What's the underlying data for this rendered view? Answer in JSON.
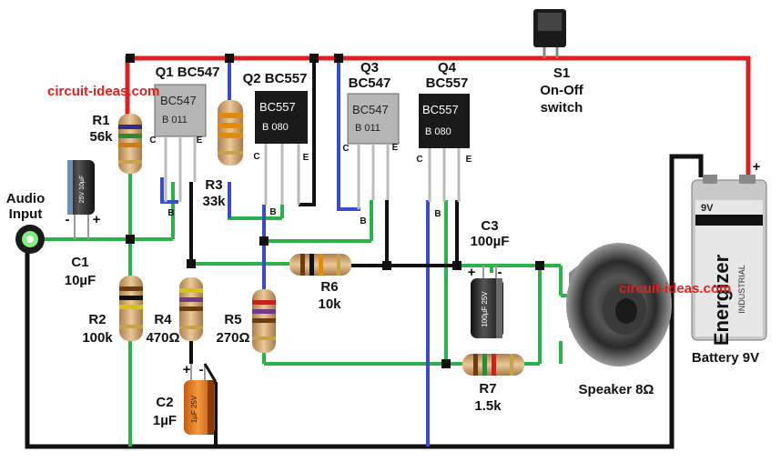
{
  "watermarks": [
    "circuit-ideas.com",
    "circuit-ideas.com"
  ],
  "components": [
    {
      "id": "q1",
      "lines": [
        "Q1 BC547"
      ]
    },
    {
      "id": "q2",
      "lines": [
        "Q2 BC557"
      ]
    },
    {
      "id": "q3",
      "lines": [
        "Q3",
        "BC547"
      ]
    },
    {
      "id": "q4",
      "lines": [
        "Q4",
        "BC557"
      ]
    },
    {
      "id": "s1",
      "lines": [
        "S1",
        "On-Off",
        "switch"
      ]
    },
    {
      "id": "r1",
      "lines": [
        "R1",
        "56k"
      ]
    },
    {
      "id": "r2",
      "lines": [
        "R2",
        "100k"
      ]
    },
    {
      "id": "r3",
      "lines": [
        "R3",
        "33k"
      ]
    },
    {
      "id": "r4",
      "lines": [
        "R4",
        "470Ω"
      ]
    },
    {
      "id": "r5",
      "lines": [
        "R5",
        "270Ω"
      ]
    },
    {
      "id": "r6",
      "lines": [
        "R6",
        "10k"
      ]
    },
    {
      "id": "r7",
      "lines": [
        "R7",
        "1.5k"
      ]
    },
    {
      "id": "c1",
      "lines": [
        "C1",
        "10µF"
      ]
    },
    {
      "id": "c2",
      "lines": [
        "C2",
        "1µF"
      ]
    },
    {
      "id": "c3",
      "lines": [
        "C3",
        "100µF"
      ]
    },
    {
      "id": "audio",
      "lines": [
        "Audio",
        "Input"
      ]
    },
    {
      "id": "speaker",
      "lines": [
        "Speaker 8Ω"
      ]
    },
    {
      "id": "battery",
      "lines": [
        "Battery 9V"
      ]
    }
  ],
  "pin_labels": [
    "C",
    "B",
    "E",
    "C",
    "B",
    "E",
    "C",
    "B",
    "E",
    "C",
    "B",
    "E"
  ],
  "polarity_marks": [
    "-",
    "+",
    "+",
    "-",
    "+",
    "-",
    "-",
    "+"
  ]
}
